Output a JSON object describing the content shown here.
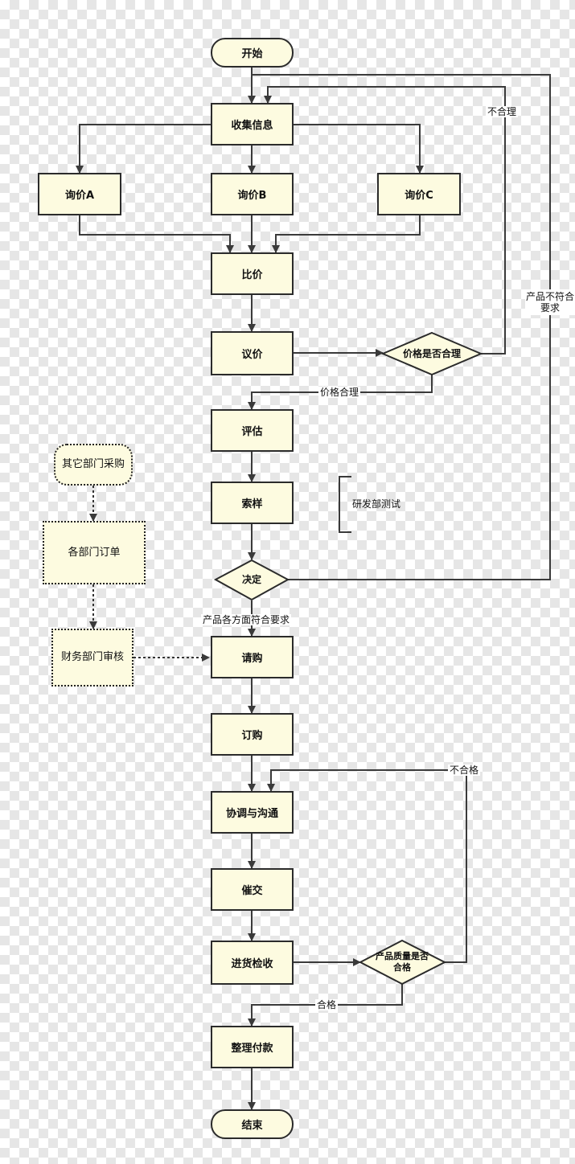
{
  "nodes": {
    "start": "开始",
    "collect": "收集信息",
    "quote_a": "询价A",
    "quote_b": "询价B",
    "quote_c": "询价C",
    "compare": "比价",
    "negotiate": "议价",
    "price_check": "价格是否合理",
    "evaluate": "评估",
    "sample": "索样",
    "decide": "决定",
    "other_dept": "其它部门采购",
    "dept_order": "各部门订单",
    "finance_review": "财务部门审核",
    "request": "请购",
    "order": "订购",
    "coordinate": "协调与沟通",
    "expedite": "催交",
    "receive": "进货检收",
    "quality_check": "产品质量是否合格",
    "payment": "整理付款",
    "end": "结束"
  },
  "edges": {
    "unreasonable": "不合理",
    "reasonable": "价格合理",
    "not_meet": "产品不符合要求",
    "meet": "产品各方面符合要求",
    "unqualified": "不合格",
    "qualified": "合格"
  },
  "annotations": {
    "rd_test": "研发部测试"
  },
  "colors": {
    "node_fill": "#fdfbe0",
    "stroke": "#2b2b2b",
    "background": "#ffffff"
  }
}
